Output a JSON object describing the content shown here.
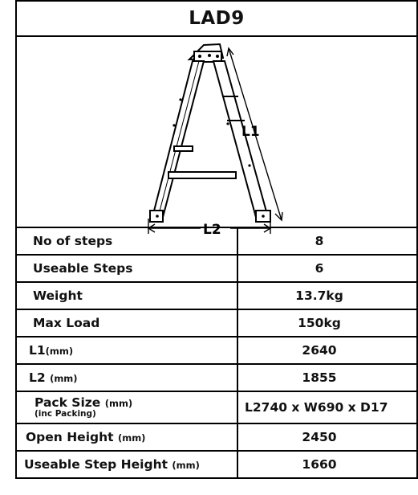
{
  "title": "LAD9",
  "diagram": {
    "label_l1": "L1",
    "label_l2": "L2"
  },
  "specs": [
    {
      "label": "No of steps",
      "value": "8"
    },
    {
      "label": "Useable Steps",
      "value": "6"
    },
    {
      "label": "Weight",
      "value": "13.7kg"
    },
    {
      "label": "Max Load",
      "value": "150kg"
    },
    {
      "label": "L1",
      "unit": "(mm)",
      "value": "2640"
    },
    {
      "label": "L2 ",
      "unit": "(mm)",
      "value": "1855"
    },
    {
      "label": "Pack Size ",
      "unit": "(mm)",
      "note": "(inc Packing)",
      "value": "L2740 x W690 x D17"
    },
    {
      "label": "Open Height ",
      "unit": "(mm)",
      "value": "2450"
    },
    {
      "label": "Useable Step Height ",
      "unit": "(mm)",
      "value": "1660"
    }
  ]
}
